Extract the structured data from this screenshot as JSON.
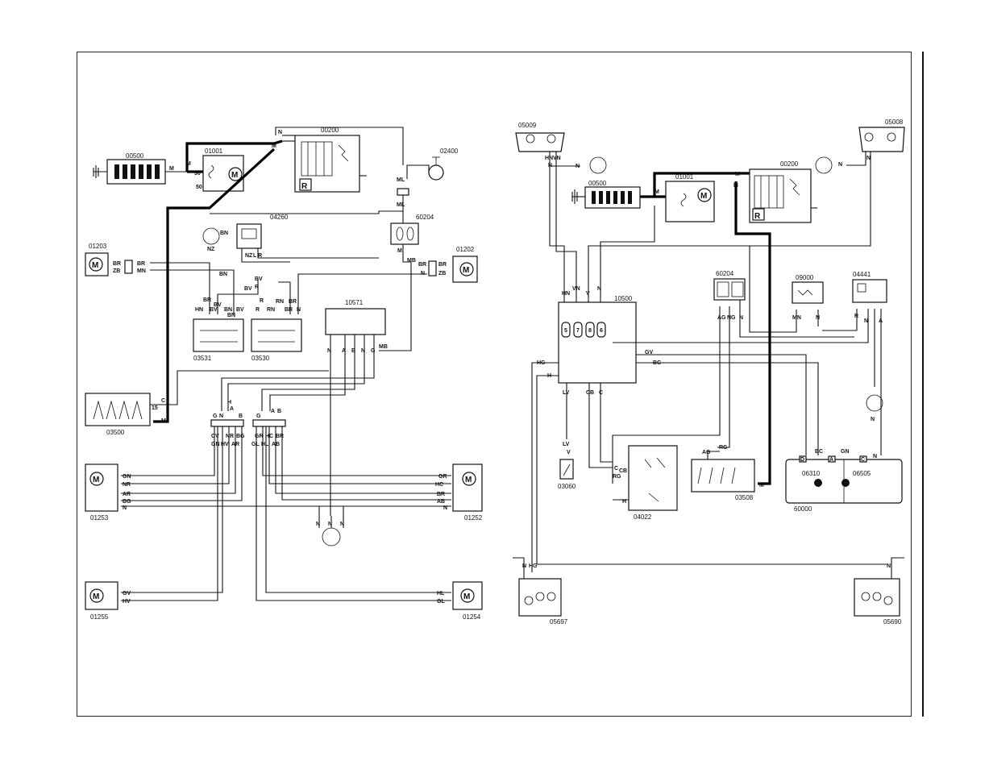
{
  "components": {
    "battery_left": "00500",
    "starter_left": "01001",
    "alternator_left": "00200",
    "ground_left": "02400",
    "fuse_left": "60204",
    "relay_04260": "04260",
    "motor_01203": "01203",
    "motor_01202": "01202",
    "switch_03531": "03531",
    "switch_03530": "03530",
    "module_10571": "10571",
    "ignition_03500": "03500",
    "motor_01253": "01253",
    "motor_01252": "01252",
    "motor_01255": "01255",
    "motor_01254": "01254",
    "lamp_05009": "05009",
    "lamp_05008": "05008",
    "battery_right": "00500",
    "starter_right": "01001",
    "alternator_right": "00200",
    "fuse_right": "60204",
    "relay_09000": "09000",
    "relay_04441": "04441",
    "control_10500": "10500",
    "switch_03060": "03060",
    "switch_04022": "04022",
    "switch_03508": "03508",
    "panel_60000": "60000",
    "bulb_06310": "06310",
    "bulb_06505": "06505",
    "lamp_05697": "05697",
    "lamp_05690": "05690"
  },
  "motor_symbol": "M",
  "relay_symbol": "R",
  "wire_labels": {
    "n": "N",
    "m": "M",
    "ml": "ML",
    "mb": "MB",
    "br": "BR",
    "zb": "ZB",
    "mn": "MN",
    "bn": "BN",
    "nz": "NZ",
    "lr": "L R",
    "bv": "BV",
    "r": "R",
    "rn": "RN",
    "hn": "HN",
    "c": "C",
    "a": "A",
    "b": "B",
    "g": "G",
    "h": "H",
    "gn": "GN",
    "cv": "CV",
    "nr": "NR",
    "ar": "AR",
    "bg": "BG",
    "gr": "GR",
    "hc": "HC",
    "ab": "AB",
    "gl": "GL",
    "hl": "HL",
    "gv": "GV",
    "hv": "HV",
    "vn": "VN",
    "v": "V",
    "lv": "LV",
    "cb": "CB",
    "gv2": "GV",
    "bc": "BC",
    "hg": "HG",
    "ag": "AG",
    "rg": "RG",
    "ng": "NG",
    "vt": "V"
  },
  "pins": {
    "p30": "30",
    "p50": "50",
    "p15": "15",
    "p5": "5",
    "p7": "7",
    "p8": "8",
    "p6": "6"
  },
  "panel_tabs": {
    "d": "D",
    "a": "A",
    "c": "C"
  }
}
